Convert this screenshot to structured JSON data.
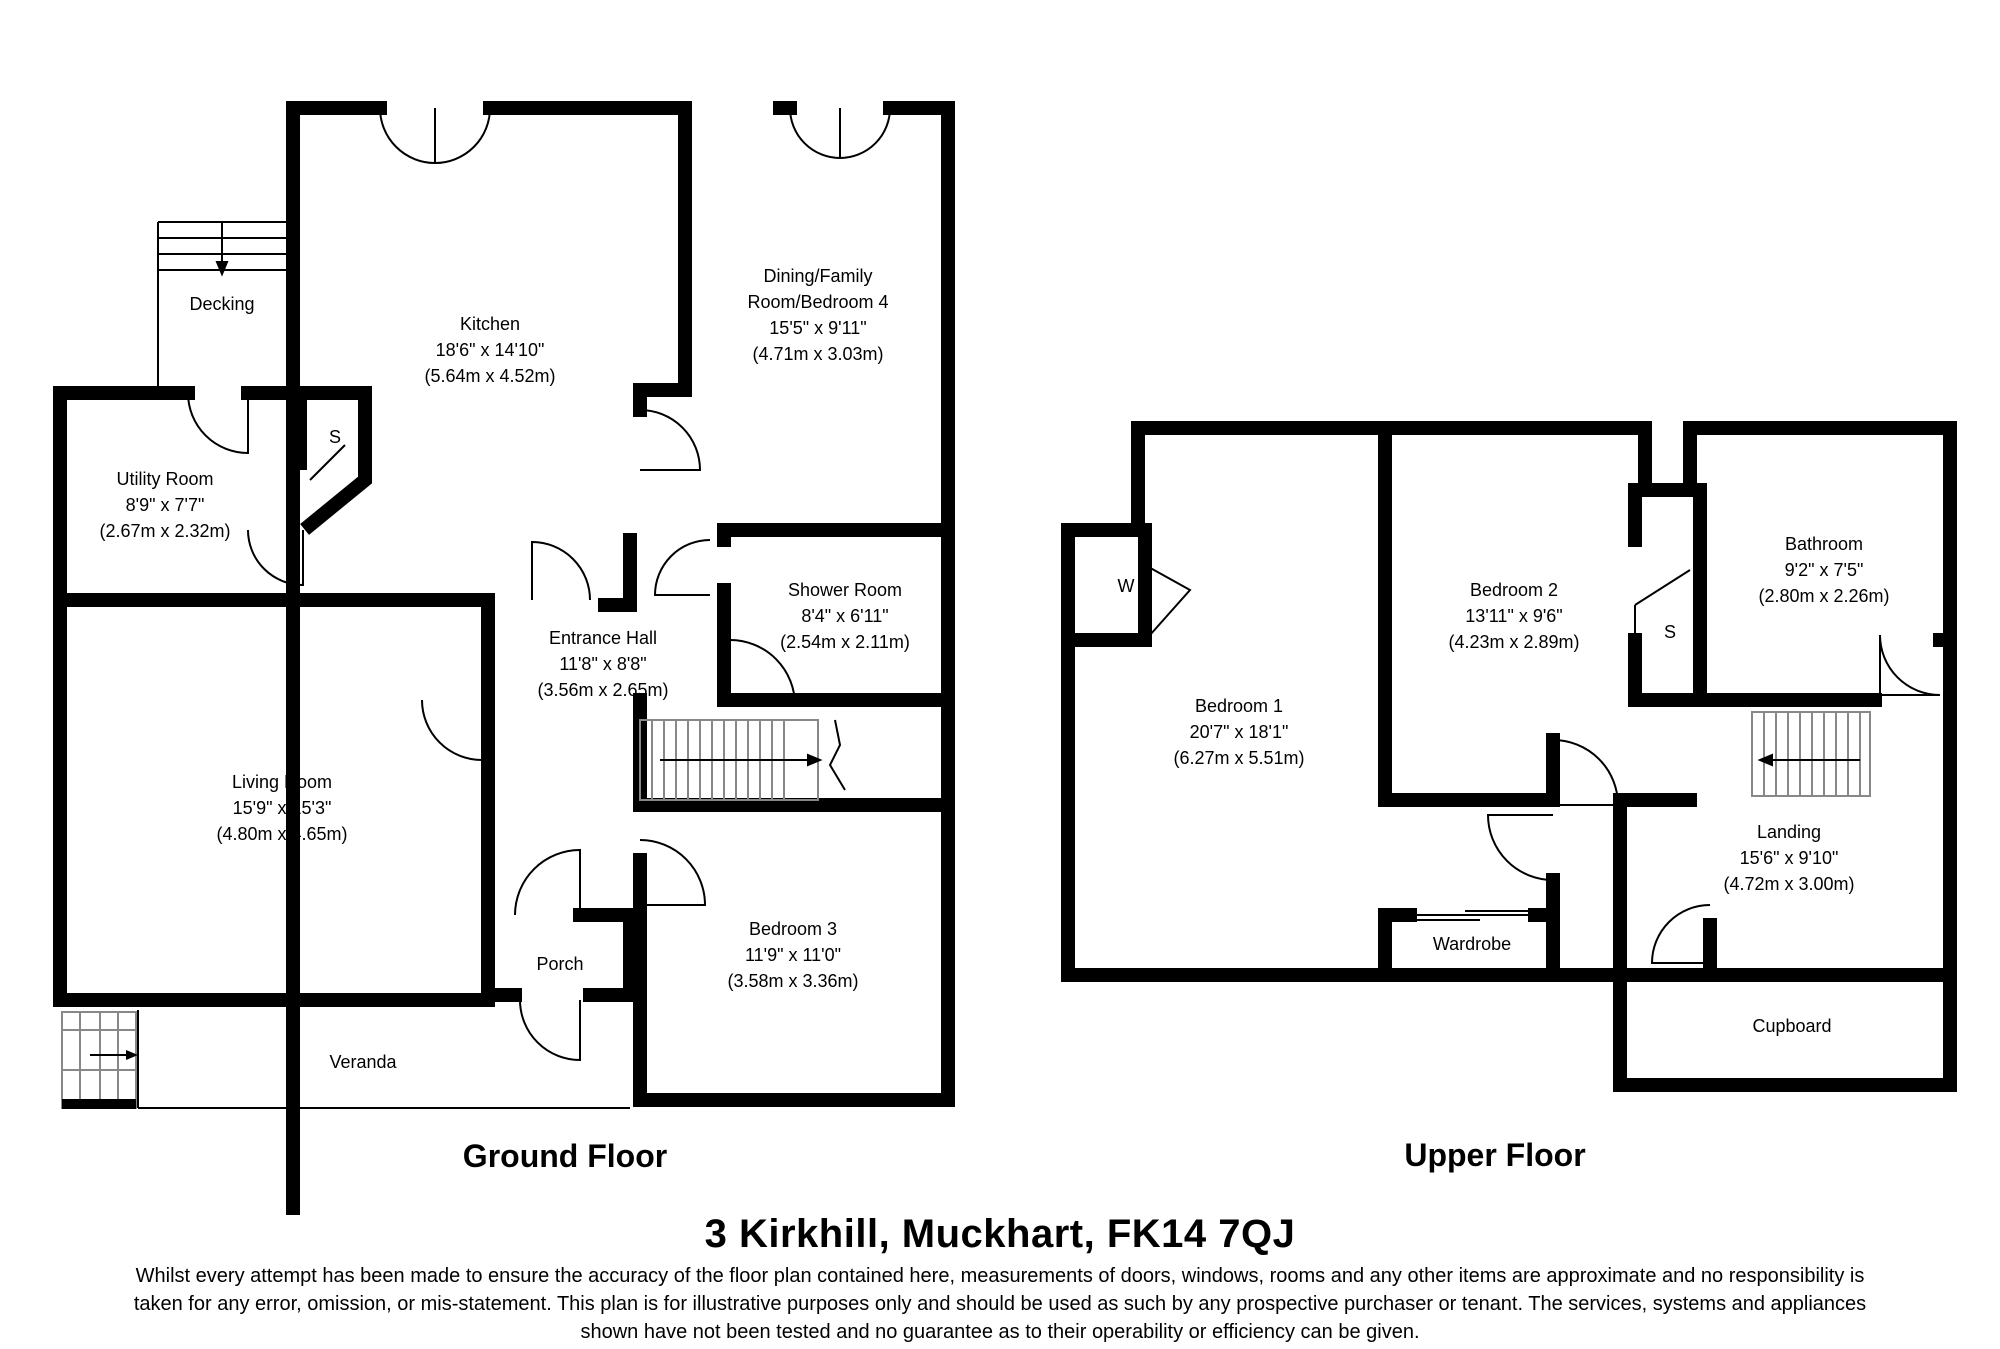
{
  "ground_floor": {
    "title": "Ground Floor",
    "rooms": [
      {
        "id": "kitchen",
        "name": "Kitchen",
        "dims_imperial": "18'6\" x 14'10\"",
        "dims_metric": "(5.64m x 4.52m)"
      },
      {
        "id": "dining",
        "name_line1": "Dining/Family",
        "name_line2": "Room/Bedroom 4",
        "dims_imperial": "15'5\" x 9'11\"",
        "dims_metric": "(4.71m x 3.03m)"
      },
      {
        "id": "utility",
        "name": "Utility Room",
        "dims_imperial": "8'9\" x 7'7\"",
        "dims_metric": "(2.67m x 2.32m)"
      },
      {
        "id": "shower",
        "name": "Shower Room",
        "dims_imperial": "8'4\" x 6'11\"",
        "dims_metric": "(2.54m x 2.11m)"
      },
      {
        "id": "hall",
        "name": "Entrance Hall",
        "dims_imperial": "11'8\" x 8'8\"",
        "dims_metric": "(3.56m x 2.65m)"
      },
      {
        "id": "living",
        "name": "Living Room",
        "dims_imperial": "15'9\" x 15'3\"",
        "dims_metric": "(4.80m x 4.65m)"
      },
      {
        "id": "bedroom3",
        "name": "Bedroom 3",
        "dims_imperial": "11'9\" x 11'0\"",
        "dims_metric": "(3.58m x 3.36m)"
      }
    ],
    "labels": {
      "decking": "Decking",
      "store": "S",
      "porch": "Porch",
      "veranda": "Veranda"
    }
  },
  "upper_floor": {
    "title": "Upper Floor",
    "rooms": [
      {
        "id": "bedroom1",
        "name": "Bedroom 1",
        "dims_imperial": "20'7\" x 18'1\"",
        "dims_metric": "(6.27m x 5.51m)"
      },
      {
        "id": "bedroom2",
        "name": "Bedroom 2",
        "dims_imperial": "13'11\" x 9'6\"",
        "dims_metric": "(4.23m x 2.89m)"
      },
      {
        "id": "bathroom",
        "name": "Bathroom",
        "dims_imperial": "9'2\" x 7'5\"",
        "dims_metric": "(2.80m x 2.26m)"
      },
      {
        "id": "landing",
        "name": "Landing",
        "dims_imperial": "15'6\" x 9'10\"",
        "dims_metric": "(4.72m x 3.00m)"
      }
    ],
    "labels": {
      "wardrobe_w": "W",
      "store": "S",
      "wardrobe": "Wardrobe",
      "cupboard": "Cupboard"
    }
  },
  "address": "3 Kirkhill, Muckhart, FK14 7QJ",
  "disclaimer": "Whilst every attempt has been made to ensure the accuracy of the floor plan contained here, measurements of doors, windows, rooms and any other items are approximate and no responsibility is taken for any error, omission, or mis-statement. This plan is for illustrative purposes only and should be used as such by any prospective purchaser or tenant. The services, systems and appliances shown have not been tested and no guarantee as to their operability or efficiency can be given.",
  "colors": {
    "wall": "#000000",
    "background": "#ffffff",
    "fixture_line": "#888888"
  }
}
